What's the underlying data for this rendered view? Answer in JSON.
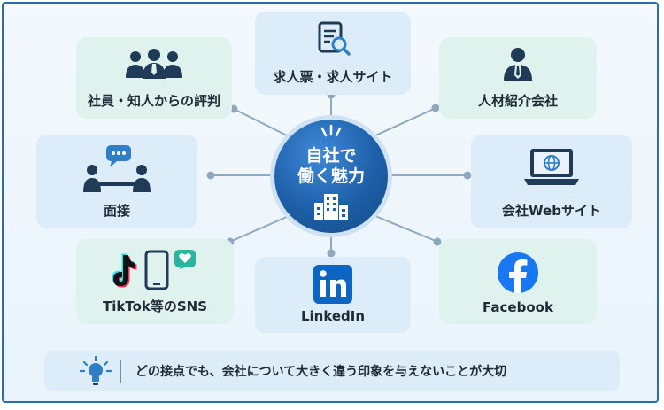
{
  "center": {
    "line1": "自社で",
    "line2": "働く魅力"
  },
  "cards": {
    "job_sites": "求人票・求人サイト",
    "reputation": "社員・知人からの評判",
    "agency": "人材紹介会社",
    "interview": "面接",
    "website": "会社Webサイト",
    "sns": "TikTok等のSNS",
    "linkedin": "LinkedIn",
    "facebook": "Facebook"
  },
  "tip": {
    "text": "どの接点でも、会社について大きく違う印象を与えないことが大切"
  },
  "icons": {
    "job_sites": "document-search-icon",
    "reputation": "people-group-icon",
    "agency": "business-person-icon",
    "interview": "interview-chat-icon",
    "website": "laptop-globe-icon",
    "sns": "tiktok-phone-heart-icon",
    "linkedin": "linkedin-icon",
    "facebook": "facebook-icon",
    "center": "office-building-icon",
    "tip": "light-bulb-icon"
  },
  "colors": {
    "accent": "#1d5fa8",
    "card_green": "#dff2ee",
    "card_blue": "#dcecf8",
    "icon_navy": "#1f3b57"
  }
}
